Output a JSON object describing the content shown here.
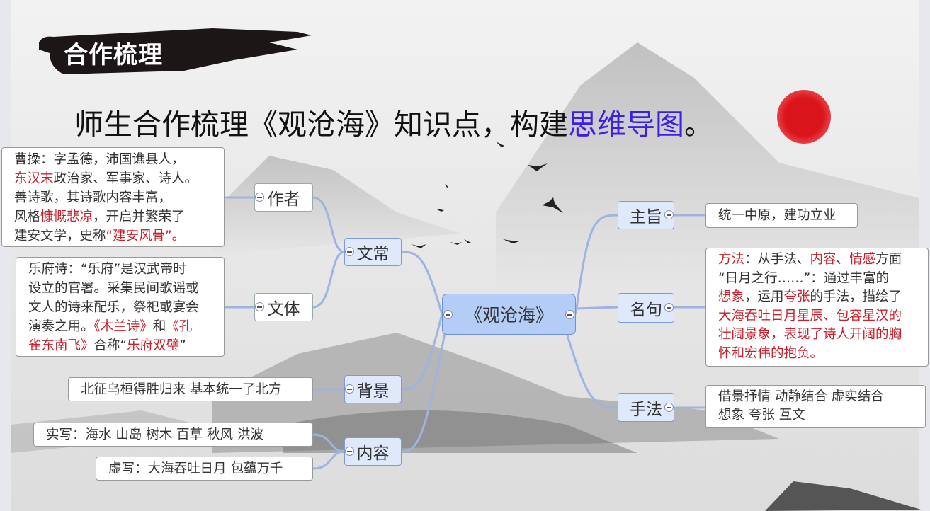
{
  "banner": {
    "label": "合作梳理"
  },
  "title": {
    "prefix": "师生合作梳理《观沧海》知识点，构建",
    "highlight": "思维导图",
    "suffix": "。"
  },
  "colors": {
    "accent": "#3b1fe6",
    "red": "#c8202a",
    "node_fill": "#dfe9fb",
    "center_fill": "#b3cdf7",
    "connector": "#9fb3df"
  },
  "mindmap": {
    "center": "《观沧海》",
    "branches": {
      "wenchang": "文常",
      "author": "作者",
      "genre": "文体",
      "background": "背景",
      "content": "内容",
      "theme": "主旨",
      "quote": "名句",
      "technique": "手法"
    },
    "boxes": {
      "author": [
        [
          {
            "t": "曹操：字孟德，沛国谯县人，"
          }
        ],
        [
          {
            "t": "东汉末",
            "red": true
          },
          {
            "t": "政治家、军事家、诗人。"
          }
        ],
        [
          {
            "t": "善诗歌，其诗歌内容丰富，"
          }
        ],
        [
          {
            "t": "风格"
          },
          {
            "t": "慷慨悲凉",
            "red": true
          },
          {
            "t": "，开启并繁荣了"
          }
        ],
        [
          {
            "t": "建安文学，史称"
          },
          {
            "t": "“建安风骨”。",
            "red": true
          }
        ]
      ],
      "genre": [
        [
          {
            "t": "乐府诗：“乐府”是汉武帝时"
          }
        ],
        [
          {
            "t": "设立的官署。采集民间歌谣或"
          }
        ],
        [
          {
            "t": "文人的诗来配乐，祭祀或宴会"
          }
        ],
        [
          {
            "t": "演奏之用。"
          },
          {
            "t": "《木兰诗》",
            "red": true
          },
          {
            "t": "和"
          },
          {
            "t": "《孔",
            "red": true
          }
        ],
        [
          {
            "t": "雀东南飞》",
            "red": true
          },
          {
            "t": "合称“"
          },
          {
            "t": "乐府双璧",
            "red": true
          },
          {
            "t": "”"
          }
        ]
      ],
      "background": [
        [
          {
            "t": "北征乌桓得胜归来  基本统一了北方"
          }
        ]
      ],
      "real": [
        [
          {
            "t": "实写：海水  山岛  树木  百草  秋风  洪波"
          }
        ]
      ],
      "imagined": [
        [
          {
            "t": "虚写：大海吞吐日月  包蕴万千"
          }
        ]
      ],
      "theme": [
        [
          {
            "t": "统一中原，建功立业"
          }
        ]
      ],
      "quote": [
        [
          {
            "t": "方法",
            "red": true
          },
          {
            "t": "：从手法、"
          },
          {
            "t": "内容",
            "red": true
          },
          {
            "t": "、"
          },
          {
            "t": "情感",
            "red": true
          },
          {
            "t": "方面"
          }
        ],
        [
          {
            "t": "“日月之行……”：通过丰富的"
          }
        ],
        [
          {
            "t": "想象",
            "red": true
          },
          {
            "t": "，运用"
          },
          {
            "t": "夸张",
            "red": true
          },
          {
            "t": "的手法，描绘了"
          }
        ],
        [
          {
            "t": "大海吞吐日月星辰、包容星汉的",
            "red": true
          }
        ],
        [
          {
            "t": "壮阔景象，表现了诗人开阔的胸",
            "red": true
          }
        ],
        [
          {
            "t": "怀和宏伟的抱负。",
            "red": true
          }
        ]
      ],
      "technique": [
        [
          {
            "t": "借景抒情  动静结合  虚实结合"
          }
        ],
        [
          {
            "t": "想象  夸张  互文"
          }
        ]
      ]
    }
  }
}
